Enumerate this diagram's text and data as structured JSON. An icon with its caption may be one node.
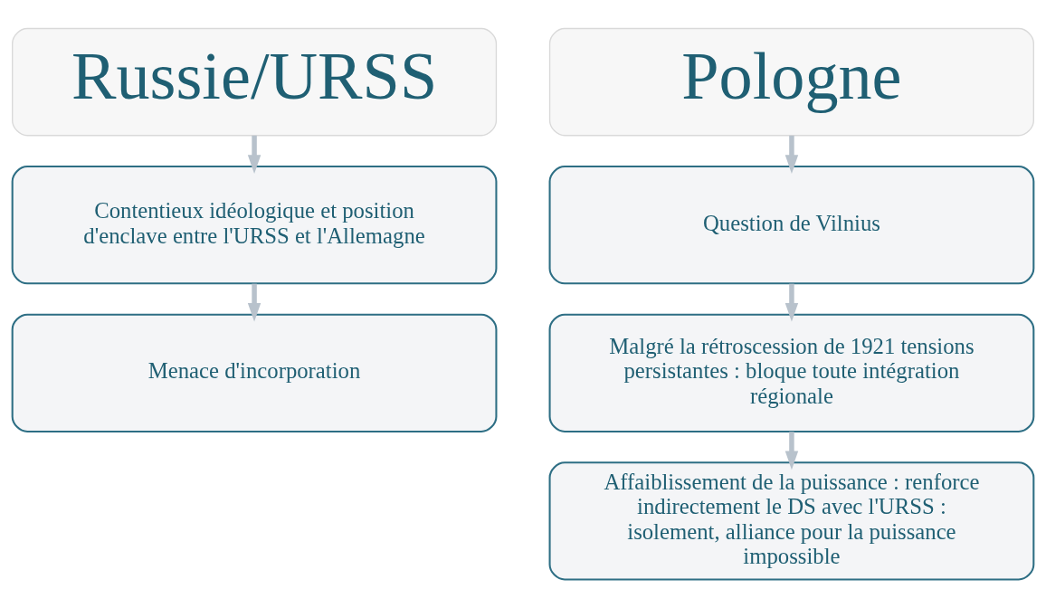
{
  "diagram": {
    "nodes": [
      {
        "text": [
          "Russie/URSS"
        ]
      },
      {
        "text": [
          "Contentieux idéologique et position d'enclave entre l'URSS et l'Allemagne"
        ]
      },
      {
        "text": [
          "Menace d'incorporation"
        ]
      },
      {
        "text": [
          "Pologne"
        ]
      },
      {
        "text": [
          "Question de Vilnius"
        ]
      },
      {
        "text": [
          "Malgré la rétroscession de 1921 tensions persistantes : bloque toute intégration régionale"
        ]
      },
      {
        "text": [
          "Affaiblissement de la puissance : renforce indirectement le DS avec l'URSS : isolement, alliance pour la puissance impossible"
        ]
      }
    ],
    "edges": [
      {
        "from": 0,
        "to": 1,
        "arrow": "to"
      },
      {
        "from": 1,
        "to": 2,
        "arrow": "to"
      },
      {
        "from": 3,
        "to": 4,
        "arrow": "to"
      },
      {
        "from": 4,
        "to": 5,
        "arrow": "to"
      },
      {
        "from": 5,
        "to": 6,
        "arrow": "to"
      }
    ]
  }
}
